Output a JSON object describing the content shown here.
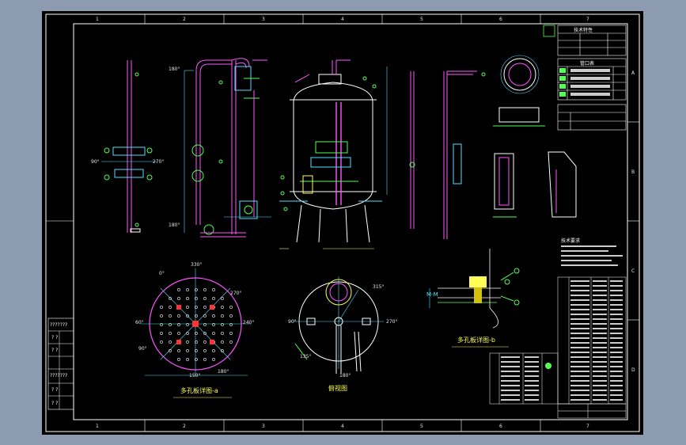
{
  "drawing": {
    "zone_numbers_top": [
      "1",
      "2",
      "3",
      "4",
      "5",
      "6",
      "7"
    ],
    "zone_letters_side": [
      "A",
      "B",
      "C",
      "D"
    ],
    "captions": {
      "perforated_plate_a": "多孔板详图-a",
      "perforated_plate_b": "多孔板详图-b",
      "top_view": "俯视图"
    },
    "angles_plate_a": [
      "330°",
      "0°",
      "270°",
      "60°",
      "240°",
      "90°",
      "180°",
      "150°"
    ],
    "angles_top_view": [
      "315°",
      "90°",
      "270°",
      "135°",
      "180°"
    ],
    "angles_elevation": [
      "180°",
      "90°",
      "270°",
      "180°"
    ],
    "left_revision_block": [
      "???????",
      "? ?",
      "? ?",
      "???????",
      "? ?",
      "? ?"
    ],
    "title_block_header": "技术特性",
    "nozzle_table_header": "管口表",
    "notes_header": "技术要求",
    "detail_label": "M-M"
  },
  "colors": {
    "background": "#000000",
    "frame": "#ffffff",
    "vessel": "#ff55ff",
    "dims": "#4fe0ff",
    "green": "#55ff55",
    "yellow": "#ffff55",
    "red": "#ff3333",
    "outer_bg": "#8d9bb0"
  }
}
